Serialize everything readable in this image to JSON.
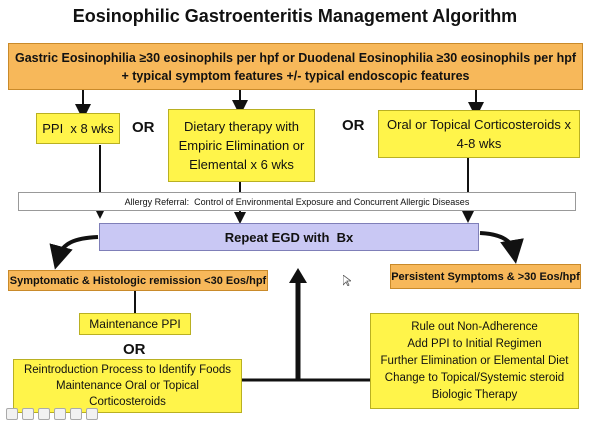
{
  "title": "Eosinophilic Gastroenteritis Management Algorithm",
  "criteria": {
    "line1": "Gastric Eosinophilia ≥30 eosinophils per hpf or Duodenal Eosinophilia ≥30 eosinophils per hpf",
    "line2": "+ typical symptom features +/- typical endoscopic features"
  },
  "options": {
    "ppi": "PPI  x 8 wks",
    "or1": "OR",
    "dietary_line1": "Dietary therapy with",
    "dietary_line2": "Empiric Elimination or",
    "dietary_line3": "Elemental x 6 wks",
    "or2": "OR",
    "steroid_line1": "Oral or Topical Corticosteroids x",
    "steroid_line2": "4-8 wks"
  },
  "allergy_referral": "Allergy Referral:  Control of Environmental Exposure and Concurrent Allergic Diseases",
  "repeat_egd": "Repeat EGD with  Bx",
  "remission": "Symptomatic & Histologic remission <30 Eos/hpf",
  "persistent": "Persistent Symptoms & >30 Eos/hpf",
  "maintenance": "Maintenance PPI",
  "or3": "OR",
  "reintroduction": {
    "line1": "Reintroduction Process to Identify Foods",
    "line2": "Maintenance Oral or Topical",
    "line3": "Corticosteroids"
  },
  "persistent_actions": {
    "line1": "Rule out Non-Adherence",
    "line2": "Add PPI to Initial Regimen",
    "line3": "Further Elimination or Elemental Diet",
    "line4": "Change to Topical/Systemic steroid",
    "line5": "Biologic Therapy"
  },
  "colors": {
    "orange": "#f7b85a",
    "yellow": "#fff44a",
    "lavender": "#c9c8f4",
    "line": "#111111"
  }
}
